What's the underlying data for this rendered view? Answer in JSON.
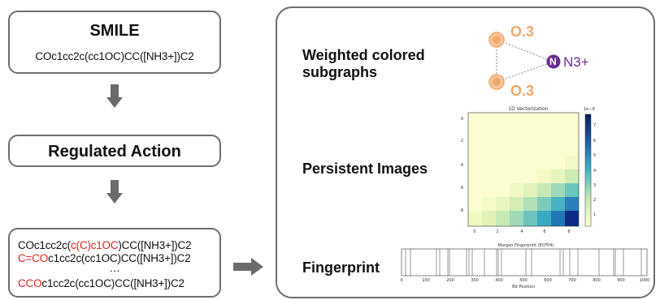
{
  "left": {
    "smile_box": {
      "title": "SMILE",
      "smiles": "COc1cc2c(cc1OC)CC([NH3+])C2"
    },
    "action_box": {
      "title": "Regulated Action"
    },
    "variants_box": {
      "line1": [
        {
          "text": "COc1cc2c(",
          "red": false
        },
        {
          "text": "c(C)c1OC",
          "red": true
        },
        {
          "text": ")CC([NH3+])C2",
          "red": false
        }
      ],
      "line2": [
        {
          "text": "C=CO",
          "red": true
        },
        {
          "text": "c1cc2c(cc1OC)CC([NH3+])C2",
          "red": false
        }
      ],
      "ellipsis": "…",
      "line3": [
        {
          "text": "CCO",
          "red": true
        },
        {
          "text": "c1cc2c(cc1OC)CC([NH3+])C2",
          "red": false
        }
      ]
    }
  },
  "right": {
    "subgraph": {
      "label": "Weighted colored subgraphs",
      "node_top_label": "O.3",
      "node_bottom_label": "O.3",
      "node_right_label": "N3+",
      "node_right_letter": "N",
      "colors": {
        "oxygen": "#f0a868",
        "nitrogen": "#6a2c91"
      }
    },
    "persistent": {
      "label": "Persistent Images",
      "plot_title": "1D Vectorization",
      "colorbar_exponent": "1e−9",
      "colorbar_ticks": [
        "7",
        "6",
        "5",
        "4",
        "3",
        "2",
        "1"
      ],
      "x_ticks": [
        "0",
        "2",
        "4",
        "6",
        "8"
      ],
      "y_ticks": [
        "0",
        "2",
        "4",
        "6",
        "8"
      ]
    },
    "fingerprint": {
      "label": "Fingerprint",
      "plot_title": "Morgan Fingerprint (ECFP4)",
      "xlabel": "Bit Position",
      "x_ticks": [
        "0",
        "100",
        "200",
        "300",
        "400",
        "500",
        "600",
        "700",
        "800",
        "900",
        "1000"
      ]
    }
  }
}
